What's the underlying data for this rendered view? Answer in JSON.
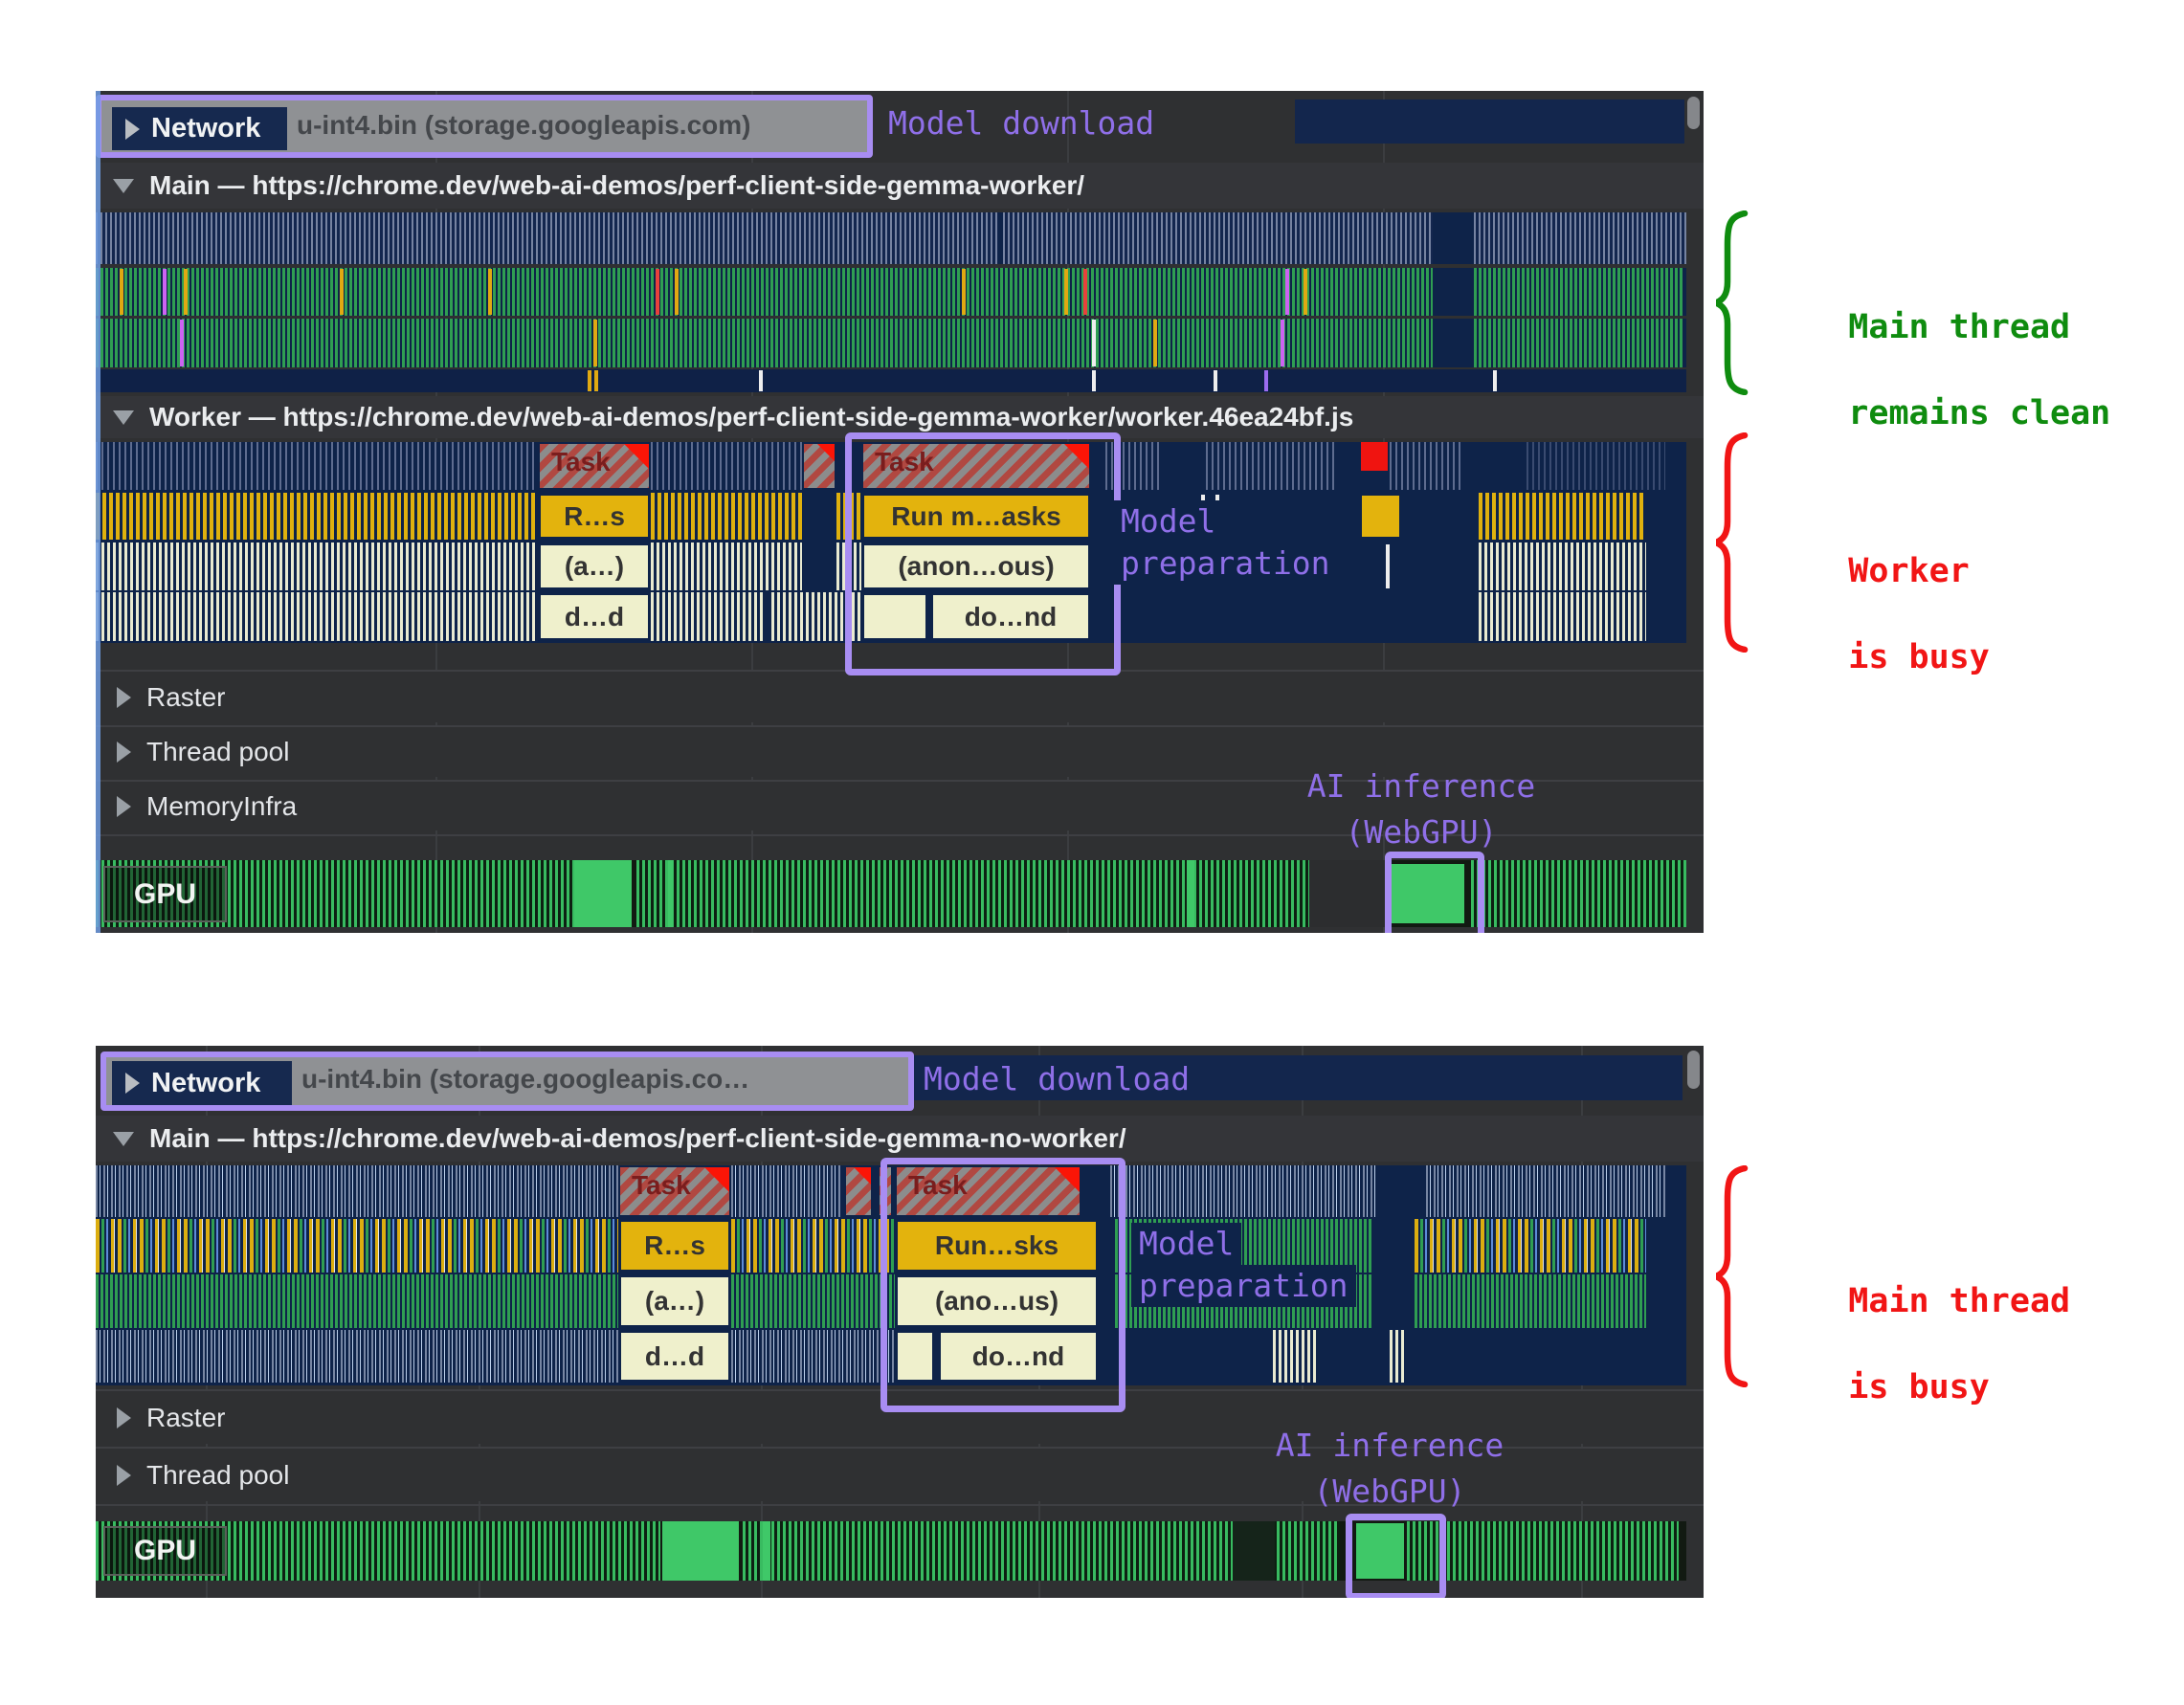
{
  "colors": {
    "annotation_purple": "#8f6fe8",
    "selection_purple": "#a88df2",
    "note_green": "#0f8c0f",
    "note_red": "#f11515",
    "flame_navy": "#0e2349",
    "script_yellow": "#e3b30d",
    "function_cream": "#eff0cc",
    "gpu_green": "#38bb60",
    "panel_bg": "#2f3032"
  },
  "panels": [
    {
      "network": {
        "label": "Network",
        "request": "u-int4.bin (storage.googleapis.com)",
        "annotation": "Model download"
      },
      "main_header": "Main — https://chrome.dev/web-ai-demos/perf-client-side-gemma-worker/",
      "worker_header": "Worker — https://chrome.dev/web-ai-demos/perf-client-side-gemma-worker/worker.46ea24bf.js",
      "bars": {
        "task1": "Task",
        "task2": "Task",
        "run_short": "R…s",
        "run_long": "Run m…asks",
        "anon_short": "(a…)",
        "anon_long": "(anon…ous)",
        "done_short": "d…d",
        "done_long": "do…nd"
      },
      "model_prep": [
        "Model",
        "preparation"
      ],
      "tracks": {
        "raster": "Raster",
        "thread_pool": "Thread pool",
        "memory_infra": "MemoryInfra",
        "gpu": "GPU"
      },
      "ai_note": [
        "AI inference",
        "(WebGPU)"
      ],
      "side_note_green": [
        "Main thread",
        "remains clean"
      ],
      "side_note_red": [
        "Worker",
        "is busy"
      ]
    },
    {
      "network": {
        "label": "Network",
        "request": "u-int4.bin (storage.googleapis.co…",
        "annotation": "Model download"
      },
      "main_header": "Main — https://chrome.dev/web-ai-demos/perf-client-side-gemma-no-worker/",
      "bars": {
        "task1": "Task",
        "task2": "Task",
        "run_short": "R…s",
        "run_long": "Run…sks",
        "anon_short": "(a…)",
        "anon_long": "(ano…us)",
        "done_short": "d…d",
        "done_long": "do…nd"
      },
      "model_prep": [
        "Model",
        "preparation"
      ],
      "tracks": {
        "raster": "Raster",
        "thread_pool": "Thread pool",
        "gpu": "GPU"
      },
      "ai_note": [
        "AI inference",
        "(WebGPU)"
      ],
      "side_note_red": [
        "Main thread",
        "is busy"
      ]
    }
  ]
}
